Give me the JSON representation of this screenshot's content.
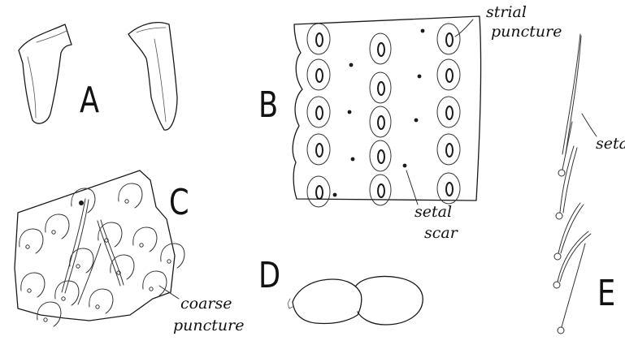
{
  "figure": {
    "panels": [
      {
        "id": "A",
        "letter": "A"
      },
      {
        "id": "B",
        "letter": "B"
      },
      {
        "id": "C",
        "letter": "C"
      },
      {
        "id": "D",
        "letter": "D"
      },
      {
        "id": "E",
        "letter": "E"
      }
    ],
    "annotations": {
      "strial_1": "strial",
      "strial_2": "puncture",
      "setal_1": "setal",
      "setal_2": "scar",
      "seta": "seta",
      "coarse_1": "coarse",
      "coarse_2": "puncture"
    },
    "colors": {
      "ink": "#1a1a1a",
      "paper": "#ffffff"
    }
  }
}
